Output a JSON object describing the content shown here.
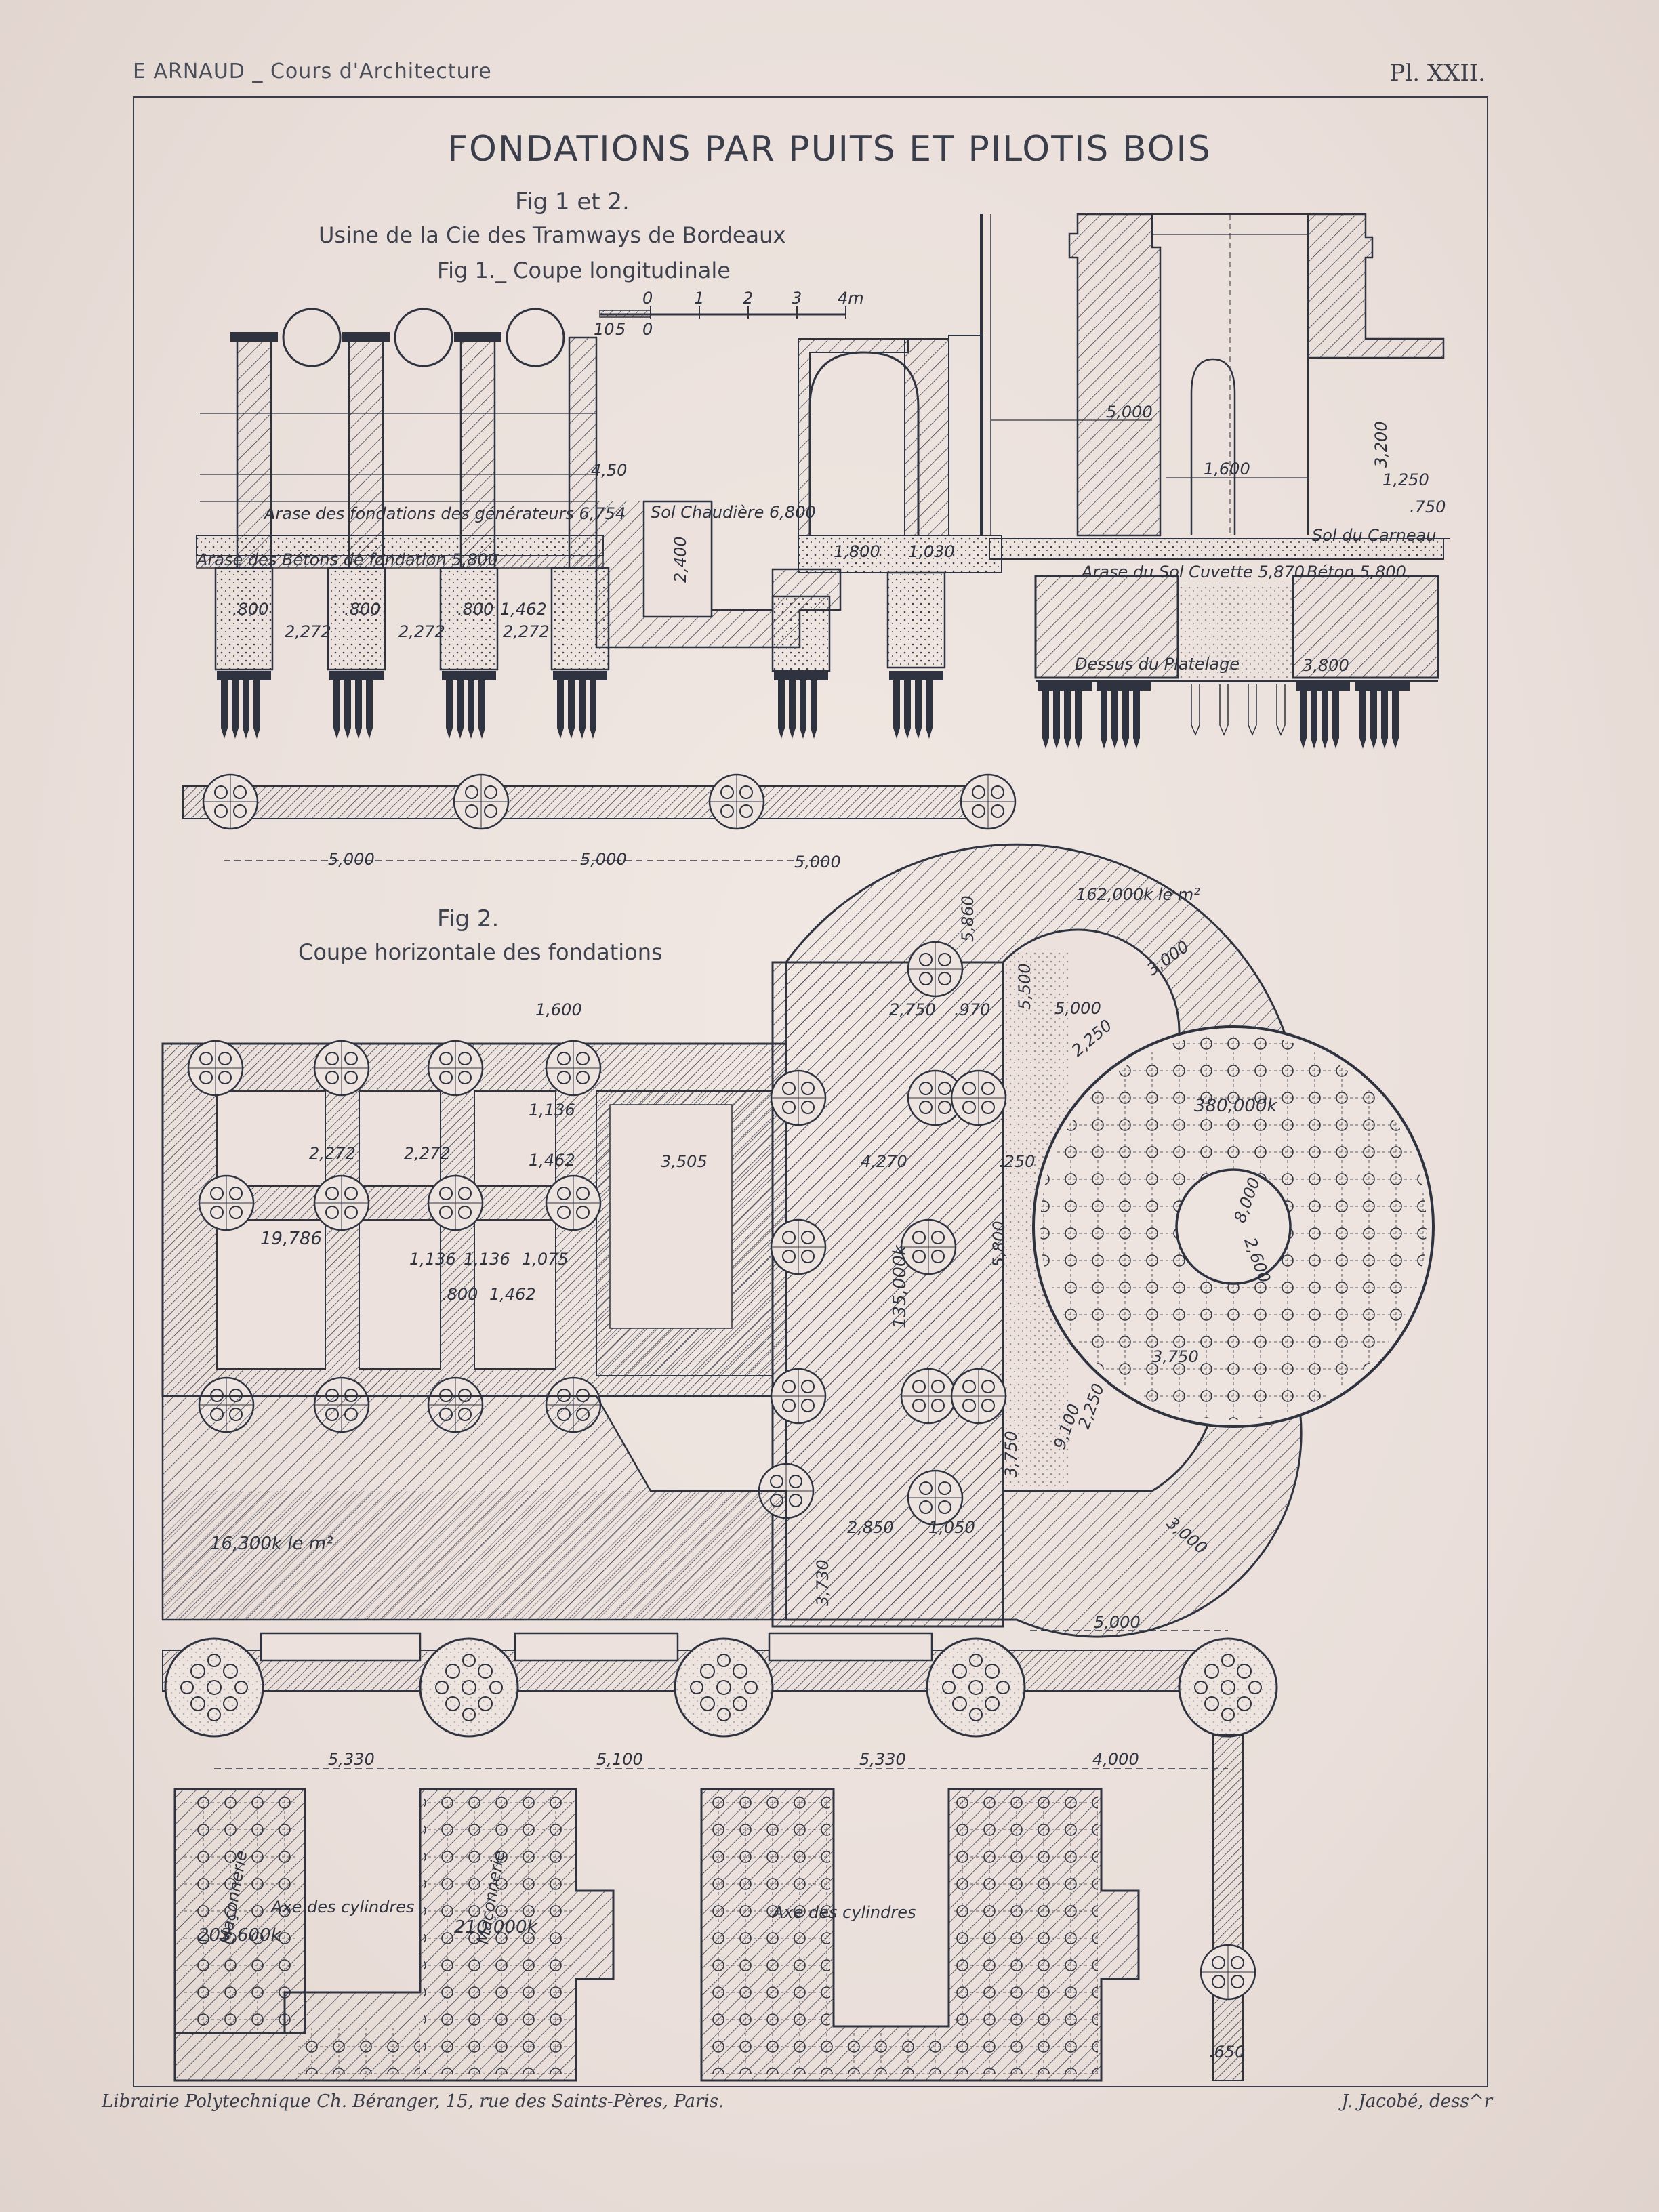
{
  "header": {
    "author": "E ARNAUD _ Cours d'Architecture",
    "plate": "Pl. XXII."
  },
  "title": "FONDATIONS PAR PUITS ET PILOTIS BOIS",
  "captions": {
    "fig12": "Fig 1 et 2.",
    "usine": "Usine de la Cie des Tramways de Bordeaux",
    "fig1": "Fig 1._ Coupe longitudinale",
    "fig2": "Fig 2.",
    "fig2_sub": "Coupe horizontale des fondations"
  },
  "scale": {
    "ticks": [
      "10",
      "5",
      "0",
      "0",
      "1",
      "2",
      "3",
      "4m"
    ]
  },
  "fig1_labels": {
    "arase_fond": "Arase des fondations des générateurs 6,754",
    "arase_beton": "Arase des Bétons de fondation 5,800",
    "sol_chaudiere": "Sol Chaudière 6,800",
    "arase_cuvette": "Arase du Sol Cuvette 5,870",
    "beton": "Béton 5,800",
    "sol_carneau": "Sol du Carneau",
    "dessus_platelage": "Dessus du Platelage",
    "platelage_val": "3,800",
    "d_800": ".800",
    "d_2272": "2,272",
    "d_1462": "1,462",
    "d_450": "4,50",
    "d_2400": "2,400",
    "d_1800": "1,800",
    "d_1030": "1,030",
    "d_5000": "5,000",
    "d_1600": "1,600",
    "d_3200": "3,200",
    "d_1250": "1,250",
    "d_750": ".750"
  },
  "fig2_labels": {
    "d_5000": "5,000",
    "d_1600": "1,600",
    "d_2750": "2,750",
    "d_970": ".970",
    "d_3505": "3,505",
    "d_4270": "4,270",
    "d_250": ".250",
    "d_19786": "19,786",
    "d_2272": "2,272",
    "d_1136": "1,136",
    "d_1462": "1,462",
    "d_1075": "1,075",
    "d_800": ".800",
    "d_135000": "135,000k",
    "d_162000": "162,000k le m²",
    "d_5860": "5,860",
    "d_5500": "5,500",
    "d_2250": "2,250",
    "d_3000": "3,000",
    "d_380000": "380,000k",
    "d_8000": "8,000",
    "d_2600": "2,600",
    "d_5800": "5,800",
    "d_3750": "3,750",
    "d_9100": "9,100",
    "d_2850": "2,850",
    "d_1050": "1,050",
    "d_3730": "3,730",
    "d_16300": "16,300k le m²",
    "d_5330": "5,330",
    "d_5100": "5,100",
    "d_4000": "4,000",
    "d_203600": "203,600k",
    "d_210000": "210,000k",
    "axe_cyl": "Axe des cylindres",
    "maconnerie": "Maçonnerie",
    "d_650": ".650"
  },
  "footer": {
    "publisher": "Librairie Polytechnique Ch. Béranger, 15, rue des Saints-Pères, Paris.",
    "draftsman": "J. Jacobé, dess^r"
  },
  "colors": {
    "paper": "#ece1dc",
    "ink": "#2f3340"
  }
}
